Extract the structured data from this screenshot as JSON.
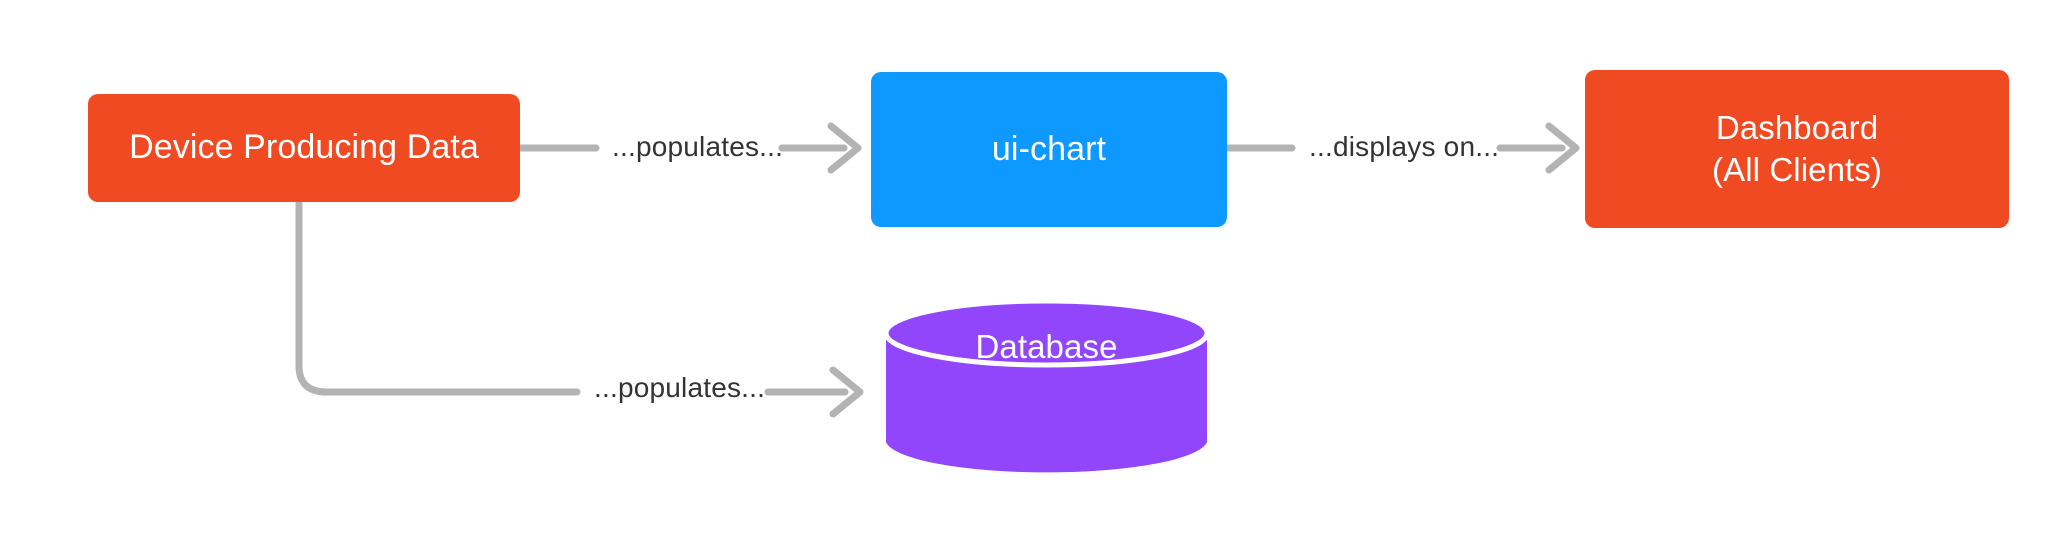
{
  "diagram": {
    "type": "flowchart",
    "direction": "left-to-right",
    "background_color": "#ffffff",
    "edge_color": "#b3b3b3",
    "edge_label_color": "#333333",
    "nodes": [
      {
        "id": "device",
        "label": "Device Producing Data",
        "shape": "rounded-rectangle",
        "color": "#f04a23",
        "text_color": "#ffffff"
      },
      {
        "id": "ui-chart",
        "label": "ui-chart",
        "shape": "rounded-rectangle",
        "color": "#0d99ff",
        "text_color": "#ffffff"
      },
      {
        "id": "dashboard",
        "label": "Dashboard\n(All Clients)",
        "shape": "rounded-rectangle",
        "color": "#f04a23",
        "text_color": "#ffffff"
      },
      {
        "id": "database",
        "label": "Database",
        "shape": "cylinder",
        "color": "#9146fb",
        "text_color": "#ffffff"
      }
    ],
    "edges": [
      {
        "id": "device-to-uichart",
        "from": "device",
        "to": "ui-chart",
        "label": "...populates...",
        "arrowhead": "open-chevron"
      },
      {
        "id": "uichart-to-dashboard",
        "from": "ui-chart",
        "to": "dashboard",
        "label": "...displays on...",
        "arrowhead": "open-chevron"
      },
      {
        "id": "device-to-database",
        "from": "device",
        "to": "database",
        "label": "...populates...",
        "arrowhead": "open-chevron",
        "path": "elbow-down-then-right"
      }
    ]
  }
}
